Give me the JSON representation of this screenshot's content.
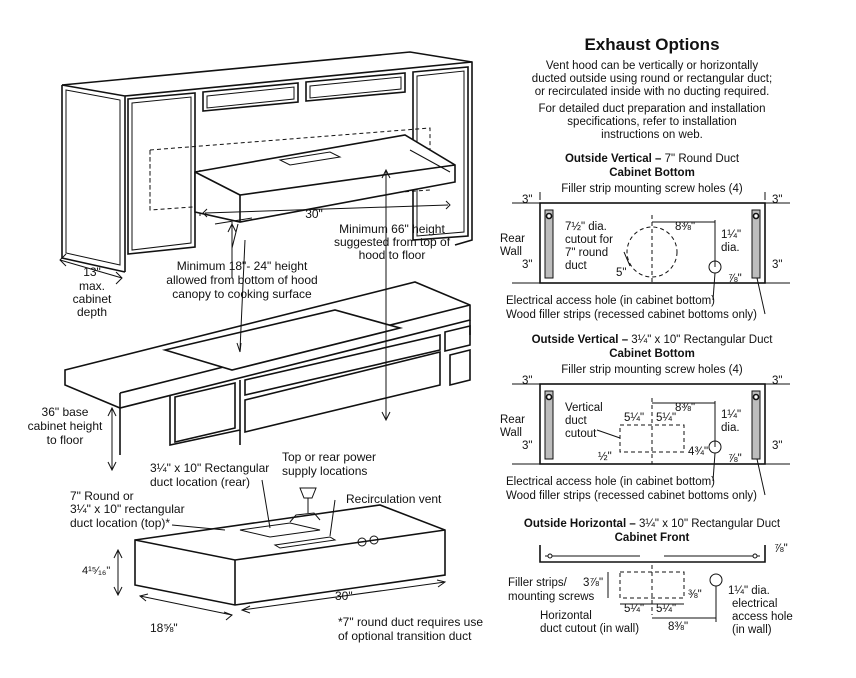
{
  "exhaust": {
    "title": "Exhaust Options",
    "desc1": [
      "Vent hood can be vertically or horizontally",
      "ducted outside using round or rectangular duct;",
      "or recirculated inside with no ducting required."
    ],
    "desc2": [
      "For detailed duct preparation and installation",
      "specifications, refer to installation",
      "instructions on web."
    ]
  },
  "vertical_round": {
    "heading_bold": "Outside Vertical –",
    "heading_rest": " 7\" Round Duct",
    "sub": "Cabinet Bottom",
    "strip_holes": "Filler strip mounting screw holes (4)",
    "dim_3_tl": "3\"",
    "dim_3_tr": "3\"",
    "dim_3_bl": "3\"",
    "dim_3_br": "3\"",
    "rear_wall": [
      "Rear",
      "Wall"
    ],
    "cutout": [
      "7½\" dia.",
      "cutout for",
      "7\" round",
      "duct"
    ],
    "dim_838": "8⅜\"",
    "dim_114": [
      "1¼\"",
      "dia."
    ],
    "dim_5": "5\"",
    "dim_78": "⅞\"",
    "elec": "Electrical access hole (in cabinet bottom)",
    "wood": "Wood filler strips (recessed cabinet bottoms only)"
  },
  "vertical_rect": {
    "heading_bold": "Outside Vertical –",
    "heading_rest": " 3¼\" x 10\" Rectangular Duct",
    "sub": "Cabinet Bottom",
    "strip_holes": "Filler strip mounting screw holes (4)",
    "dim_3_tl": "3\"",
    "dim_3_tr": "3\"",
    "dim_3_bl": "3\"",
    "dim_3_br": "3\"",
    "rear_wall": [
      "Rear",
      "Wall"
    ],
    "cutout": [
      "Vertical",
      "duct",
      "cutout"
    ],
    "dim_838": "8⅜\"",
    "dim_514a": "5¼\"",
    "dim_514b": "5¼\"",
    "dim_114": [
      "1¼\"",
      "dia."
    ],
    "dim_12": "½\"",
    "dim_434": "4¾\"",
    "dim_78": "⅞\"",
    "elec": "Electrical access hole (in cabinet bottom)",
    "wood": "Wood filler strips (recessed cabinet bottoms only)"
  },
  "horizontal": {
    "heading_bold": "Outside Horizontal –",
    "heading_rest": " 3¼\" x 10\" Rectangular Duct",
    "sub": "Cabinet Front",
    "dim_78": "⅞\"",
    "filler": [
      "Filler strips/",
      "mounting screws"
    ],
    "dim_378": "3⅞\"",
    "dim_38": "⅜\"",
    "dim_514a": "5¼\"",
    "dim_514b": "5¼\"",
    "elec": [
      "1¼\" dia.",
      "electrical",
      "access hole",
      "(in wall)"
    ],
    "cutout": [
      "Horizontal",
      "duct cutout (in wall)"
    ],
    "dim_838": "8⅜\""
  },
  "installation": {
    "dim_30_top": "30\"",
    "min66": [
      "Minimum 66\" height",
      "suggested from top of",
      "hood to floor"
    ],
    "min18": [
      "Minimum 18\"- 24\" height",
      "allowed from bottom of hood",
      "canopy to cooking surface"
    ],
    "depth13": [
      "13\"",
      "max.",
      "cabinet",
      "depth"
    ],
    "base36": [
      "36\" base",
      "cabinet height",
      "to floor"
    ]
  },
  "hood": {
    "rect_loc": [
      "3¼\" x 10\" Rectangular",
      "duct location (rear)"
    ],
    "power": [
      "Top or rear power",
      "supply locations"
    ],
    "round_loc": [
      "7\" Round or",
      "3¼\" x 10\" rectangular",
      "duct location (top)*"
    ],
    "recirc": "Recirculation vent",
    "height": "4¹⁵⁄₁₆\"",
    "width": "30\"",
    "depth": "18⅝\"",
    "note": [
      "*7\" round duct requires use",
      "of optional transition duct"
    ]
  }
}
